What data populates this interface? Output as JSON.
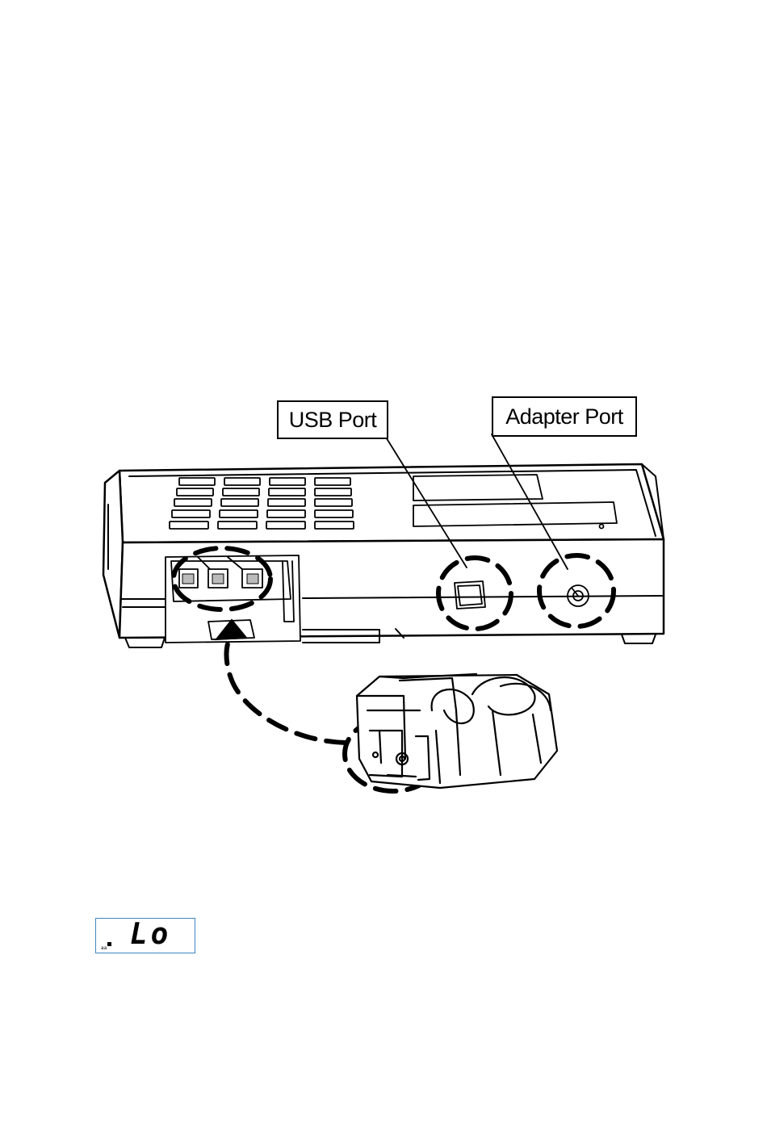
{
  "callouts": {
    "usb_port": "USB Port",
    "adapter_port": "Adapter Port"
  },
  "lcd": {
    "reading": "Lo",
    "indicator": "aa"
  },
  "colors": {
    "line": "#000000",
    "lcd_border": "#3f86c4"
  }
}
